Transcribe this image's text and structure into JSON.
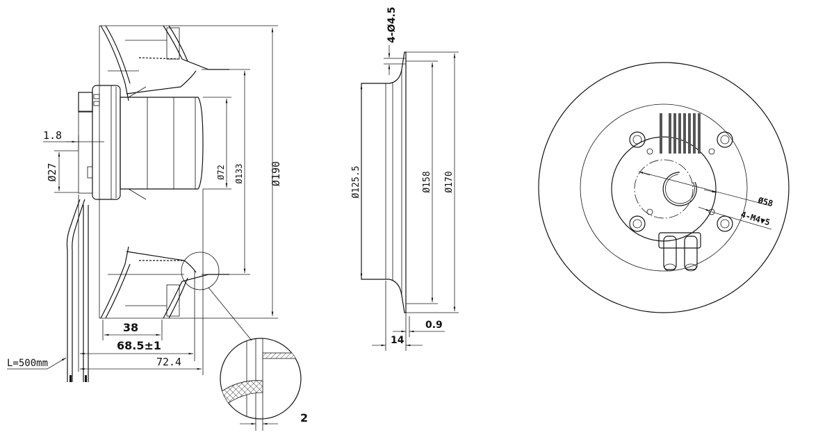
{
  "side_view": {
    "dims": {
      "d_outer": "Ø190",
      "d_inlet": "Ø133",
      "d_motor": "Ø72",
      "d_shaft": "Ø27",
      "offset": "1.8",
      "depth_inlet": "38",
      "depth_total": "68.5±1",
      "depth_max": "72.4",
      "cable_length": "L=500mm"
    },
    "detail_dim": "2"
  },
  "flange_view": {
    "dims": {
      "holes": "4-Ø4.5",
      "d_inner": "Ø125.5",
      "d_bolt": "Ø158",
      "d_outer": "Ø170",
      "thickness": "0.9",
      "depth": "14"
    }
  },
  "rear_view": {
    "dims": {
      "d_pcd": "Ø58",
      "threads": "4-M4▼5"
    }
  }
}
